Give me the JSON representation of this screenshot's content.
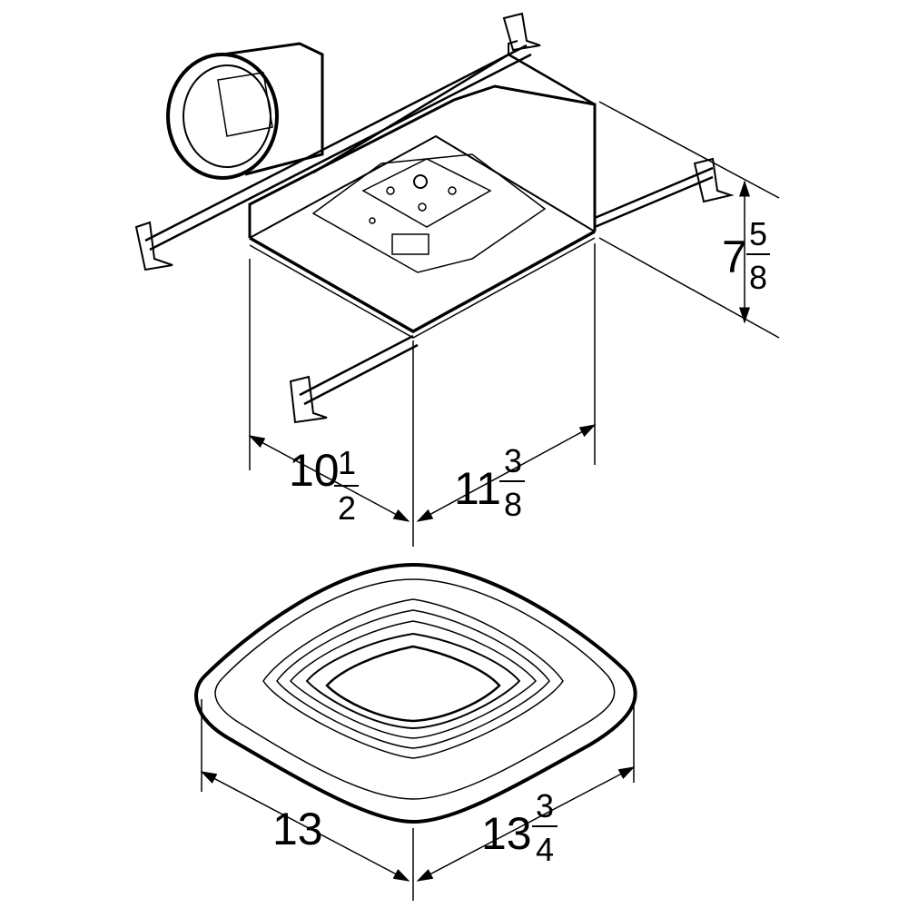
{
  "dimensions": {
    "housing_height": {
      "whole": "7",
      "numerator": "5",
      "denominator": "8"
    },
    "housing_width": {
      "whole": "10",
      "numerator": "1",
      "denominator": "2"
    },
    "housing_depth": {
      "whole": "11",
      "numerator": "3",
      "denominator": "8"
    },
    "grille_width": {
      "whole": "13"
    },
    "grille_depth": {
      "whole": "13",
      "numerator": "3",
      "denominator": "4"
    }
  },
  "colors": {
    "line": "#000000",
    "background": "#ffffff"
  }
}
